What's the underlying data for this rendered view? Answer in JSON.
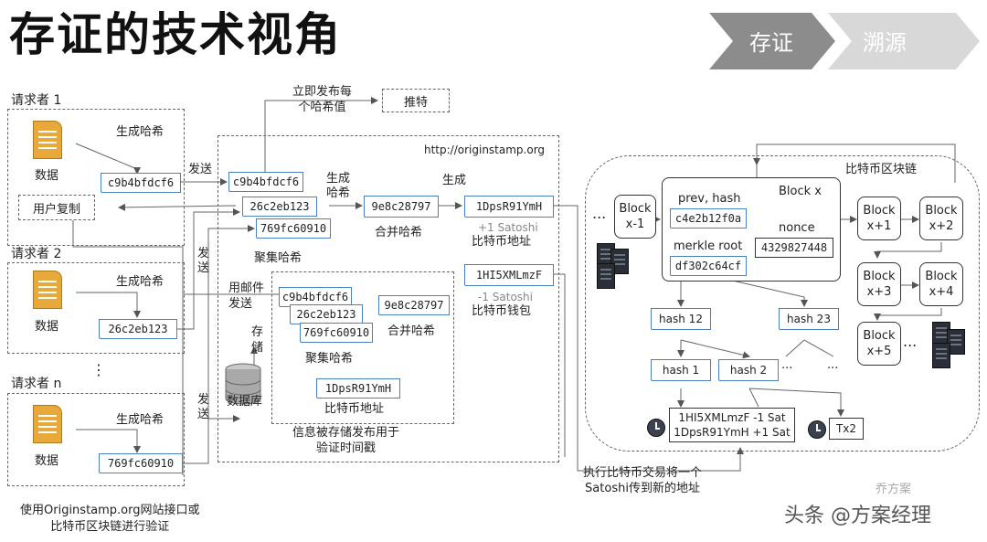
{
  "title": "存证的技术视角",
  "nav": {
    "step1": "存证",
    "step2": "溯源"
  },
  "requesters": {
    "r1": "请求者 1",
    "r2": "请求者 2",
    "rn": "请求者 n",
    "dots": "⋮"
  },
  "doc_label": "数据",
  "gen_hash": "生成哈希",
  "hashes": {
    "h1": "c9b4bfdcf6",
    "h2": "26c2eb123",
    "h3": "769fc60910",
    "merged": "9e8c28797",
    "addr": "1DpsR91YmH",
    "wallet": "1HI5XMLmzF"
  },
  "user_copy": "用户复制",
  "send": "发送",
  "send_email": "用邮件\n发送",
  "send_vertical": "发送",
  "publish": "立即发布每\n个哈希值",
  "tweet": "推特",
  "site_url": "http://originstamp.org",
  "gen_hash2": "生成\n哈希",
  "gen": "生成",
  "aggregate": "聚集哈希",
  "merge": "合并哈希",
  "plus_sat": "+1 Satoshi",
  "minus_sat": "-1 Satoshi",
  "btc_addr": "比特币地址",
  "btc_wallet": "比特币钱包",
  "store": "存\n储",
  "database": "数据库",
  "info_stored": "信息被存储发布用于\n验证时间戳",
  "blockchain_title": "比特币区块链",
  "blocks": {
    "prev": "Block\nx-1",
    "x": "Block x",
    "prev_hash_label": "prev, hash",
    "prev_hash": "c4e2b12f0a",
    "nonce_label": "nonce",
    "nonce": "4329827448",
    "merkle_label": "merkle root",
    "merkle": "df302c64cf",
    "x1": "Block\nx+1",
    "x2": "Block\nx+2",
    "x3": "Block\nx+3",
    "x4": "Block\nx+4",
    "x5": "Block\nx+5"
  },
  "merkle_tree": {
    "h12": "hash 12",
    "h23": "hash 23",
    "h1": "hash 1",
    "h2": "hash 2",
    "tx": "1HI5XMLmzF -1 Sat\n1DpsR91YmH +1 Sat",
    "tx2": "Tx2",
    "dots": "...",
    "dots_short": "..."
  },
  "execute": "执行比特币交易将一个\nSatoshi传到新的地址",
  "verify": "使用Originstamp.org网站接口或\n比特币区块链进行验证",
  "watermark": "头条 @方案经理",
  "watermark2": "乔方案"
}
